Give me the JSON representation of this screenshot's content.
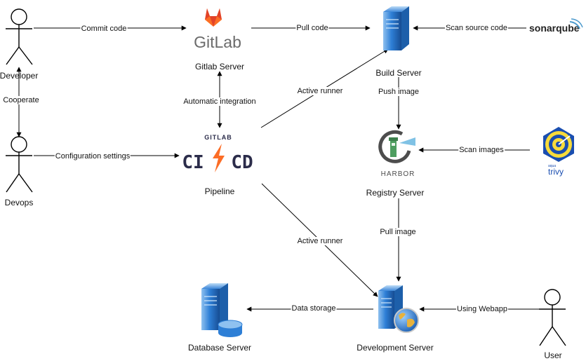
{
  "nodes": {
    "developer": "Developer",
    "devops": "Devops",
    "gitlab_server": "Gitlab Server",
    "pipeline": "Pipeline",
    "build_server": "Build Server",
    "registry_server": "Registry Server",
    "development_server": "Development Server",
    "database_server": "Database Server",
    "user": "User"
  },
  "logos": {
    "gitlab": "GitLab",
    "cicd_top": "GITLAB",
    "cicd_ci": "CI",
    "cicd_cd": "CD",
    "harbor": "HARBOR",
    "sonarqube": "sonarqube",
    "trivy_top": "aqua",
    "trivy": "trivy"
  },
  "edges": {
    "commit_code": "Commit code",
    "pull_code": "Pull code",
    "scan_source_code": "Scan source code",
    "cooperate": "Cooperate",
    "automatic_integration": "Automatic integration",
    "active_runner_build": "Active runner",
    "push_image": "Push image",
    "configuration_settings": "Configuration settings",
    "scan_images": "Scan images",
    "pull_image": "Pull image",
    "active_runner_dev": "Active runner",
    "data_storage": "Data storage",
    "using_webapp": "Using Webapp"
  },
  "colors": {
    "gitlab_orange": "#FC6D26",
    "gitlab_red": "#E24329",
    "gitlab_yellow": "#FCA326",
    "gitlab_text": "#6B6B6B",
    "cicd_dark": "#2B2C4A",
    "server_blue": "#2E7FD6",
    "harbor_green": "#4D9D5F",
    "harbor_blue": "#60B3DF",
    "trivy_blue": "#1A4EB0",
    "trivy_yellow": "#F7DB3B"
  }
}
